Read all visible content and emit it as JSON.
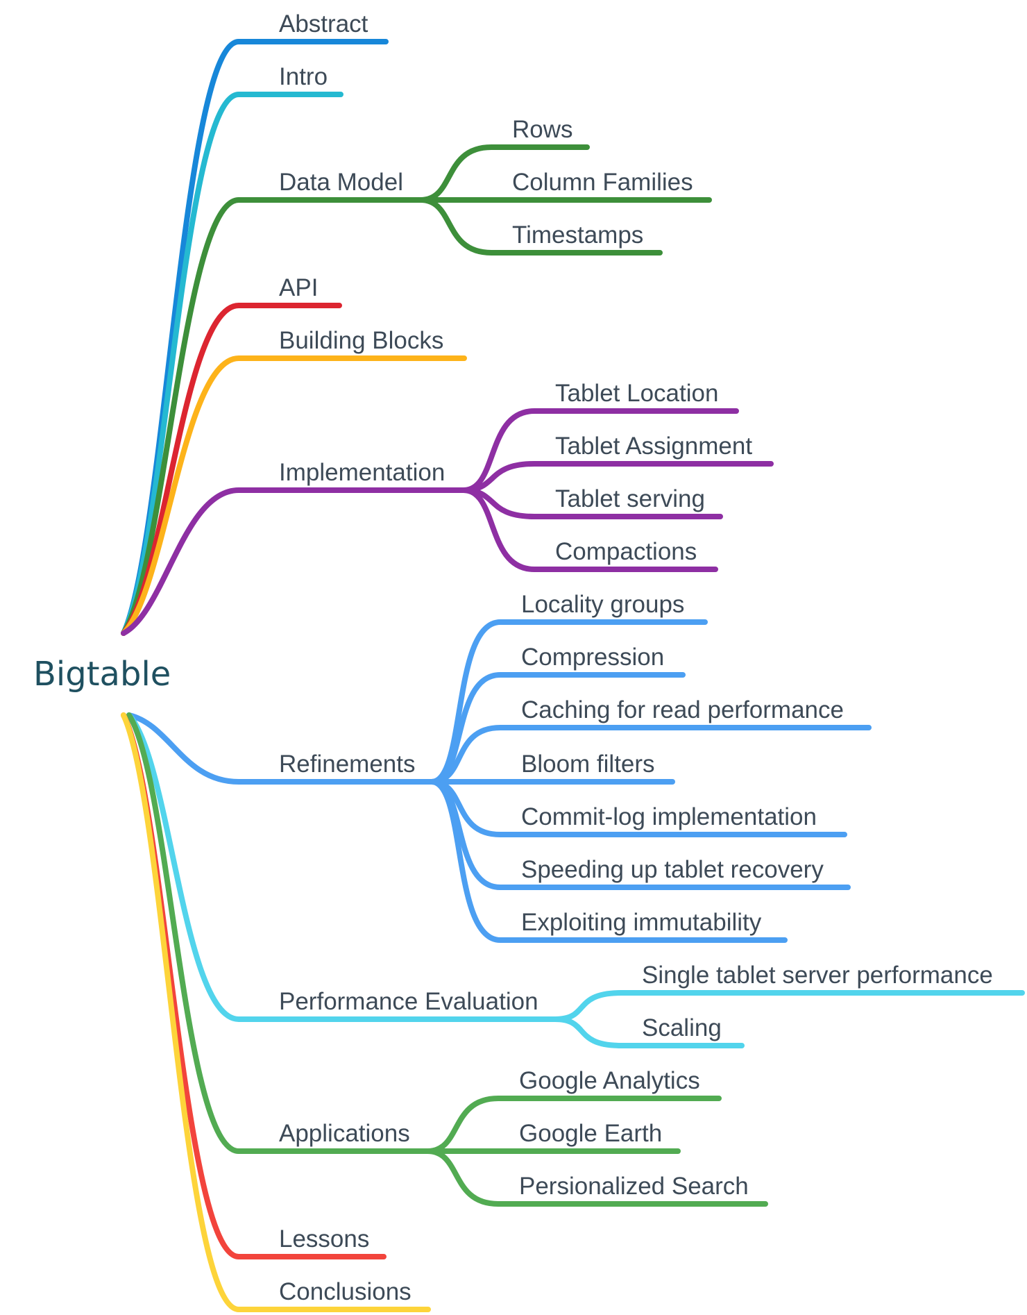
{
  "root": {
    "label": "Bigtable"
  },
  "topics": [
    {
      "label": "Abstract",
      "color": "#1787d9",
      "children": []
    },
    {
      "label": "Intro",
      "color": "#25b9d1",
      "children": []
    },
    {
      "label": "Data Model",
      "color": "#3d8f3a",
      "children": [
        {
          "label": "Rows"
        },
        {
          "label": "Column Families"
        },
        {
          "label": "Timestamps"
        }
      ]
    },
    {
      "label": "API",
      "color": "#dc2530",
      "children": []
    },
    {
      "label": "Building Blocks",
      "color": "#fdb31a",
      "children": []
    },
    {
      "label": "Implementation",
      "color": "#8e2fa3",
      "children": [
        {
          "label": "Tablet Location"
        },
        {
          "label": "Tablet Assignment"
        },
        {
          "label": "Tablet serving"
        },
        {
          "label": "Compactions"
        }
      ]
    },
    {
      "label": "Refinements",
      "color": "#4c9ff2",
      "children": [
        {
          "label": "Locality groups"
        },
        {
          "label": "Compression"
        },
        {
          "label": "Caching for read performance"
        },
        {
          "label": "Bloom filters"
        },
        {
          "label": "Commit-log implementation"
        },
        {
          "label": "Speeding up tablet recovery"
        },
        {
          "label": "Exploiting immutability"
        }
      ]
    },
    {
      "label": "Performance Evaluation",
      "color": "#52d4ec",
      "children": [
        {
          "label": "Single tablet server performance"
        },
        {
          "label": "Scaling"
        }
      ]
    },
    {
      "label": "Applications",
      "color": "#52ab52",
      "children": [
        {
          "label": "Google Analytics"
        },
        {
          "label": "Google Earth"
        },
        {
          "label": "Persionalized Search"
        }
      ]
    },
    {
      "label": "Lessons",
      "color": "#f2443c",
      "children": []
    },
    {
      "label": "Conclusions",
      "color": "#fdd43a",
      "children": []
    }
  ]
}
